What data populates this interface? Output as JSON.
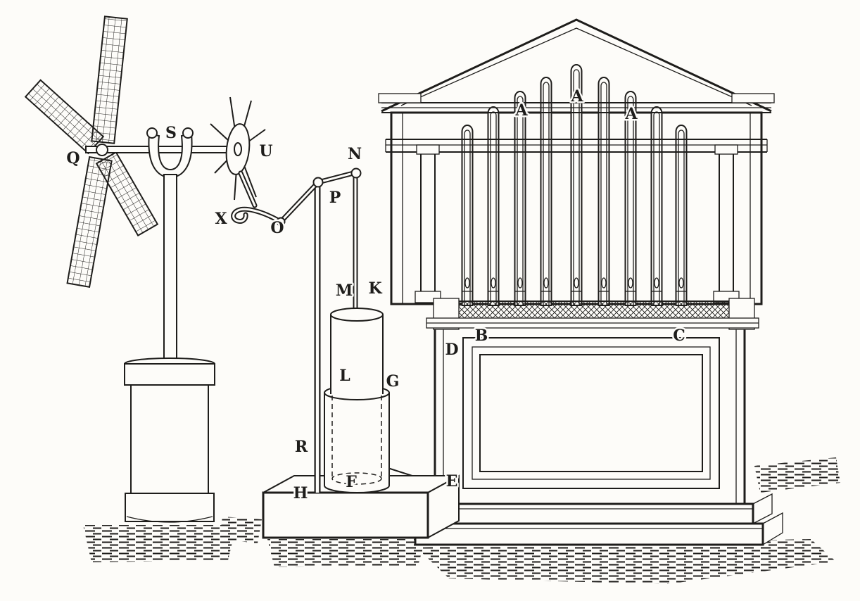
{
  "figure": {
    "paper_color": "#fdfcf9",
    "ink_color": "#1e1d1b"
  },
  "labels": {
    "Q": "Q",
    "S": "S",
    "U": "U",
    "X": "X",
    "O": "O",
    "N": "N",
    "P": "P",
    "M": "M",
    "K": "K",
    "L": "L",
    "G": "G",
    "R": "R",
    "H": "H",
    "F": "F",
    "D": "D",
    "E": "E",
    "B": "B",
    "C": "C",
    "A": "A"
  }
}
